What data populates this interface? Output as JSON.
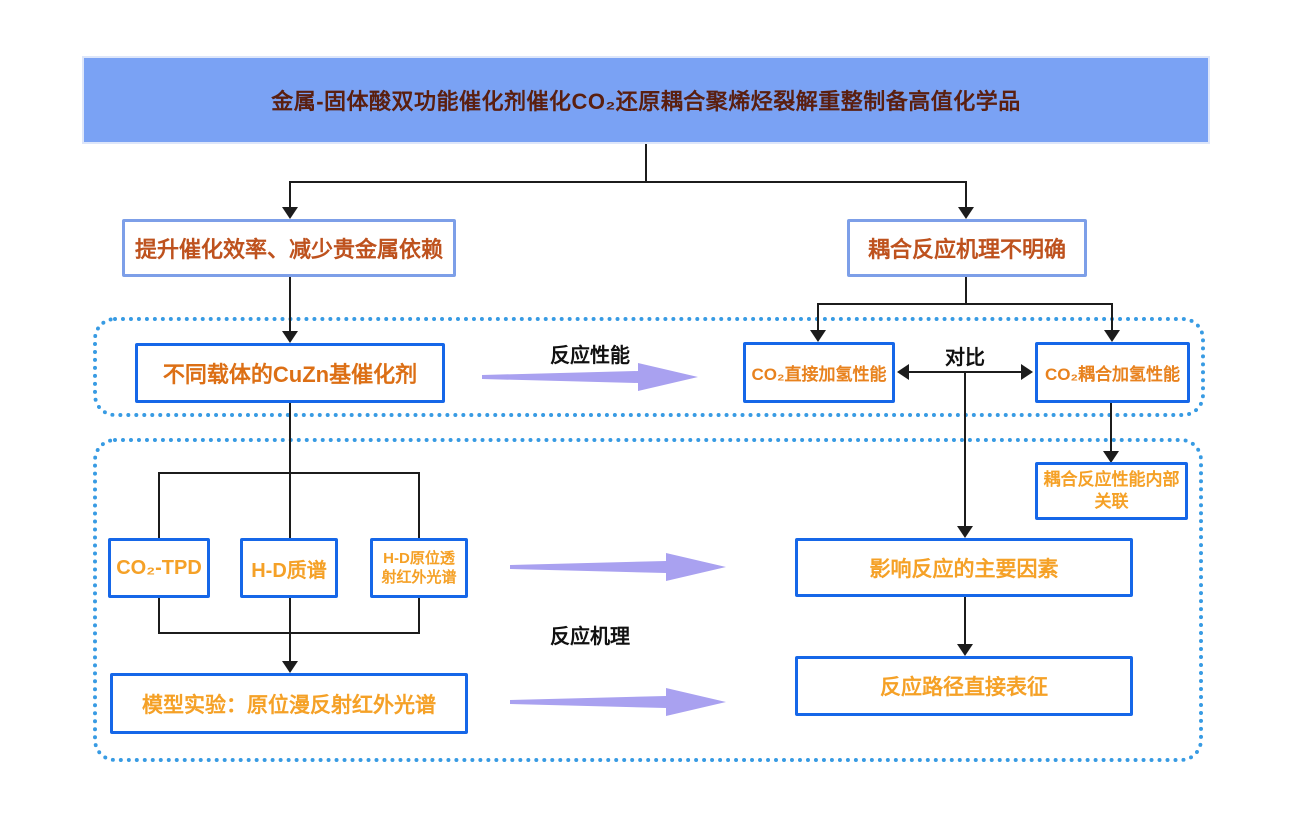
{
  "title": {
    "text": "金属-固体酸双功能催化剂催化CO₂还原耦合聚烯烃裂解重整制备高值化学品"
  },
  "problems": {
    "left": "提升催化效率、减少贵金属依赖",
    "right": "耦合反应机理不明确"
  },
  "region1": {
    "catalyst_box": "不同载体的CuZn基催化剂",
    "arrow_label": "反应性能",
    "direct_box": "CO₂直接加氢性能",
    "compare_label": "对比",
    "coupled_box": "CO₂耦合加氢性能"
  },
  "region2": {
    "method_boxes": [
      "CO₂-TPD",
      "H-D质谱",
      "H-D原位透射红外光谱"
    ],
    "model_box": "模型实验：原位漫反射红外光谱",
    "arrow_label": "反应机理",
    "internal_box": "耦合反应性能内部关联",
    "factors_box": "影响反应的主要因素",
    "pathway_box": "反应路径直接表征"
  },
  "colors": {
    "banner_bg": "#7AA2F4",
    "title_text": "#5A1F10",
    "goal_border": "#7D9FE8",
    "goal_text": "#BE521E",
    "box_border": "#1667E8",
    "orange_text": "#F5A127",
    "deep_orange_text": "#DC6F15",
    "region_dotted_border": "#389BE3",
    "purple_arrow": "#A9A1F0",
    "connector_line": "#1c1c1c"
  }
}
